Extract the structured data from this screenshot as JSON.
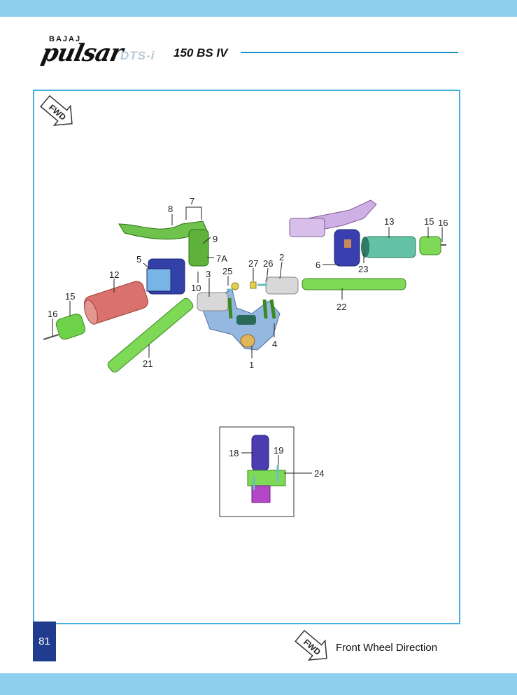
{
  "header": {
    "brand_small": "BAJAJ",
    "brand_script": "pulsar",
    "brand_sub": "DTS-i",
    "model": "150 BS IV"
  },
  "diagram": {
    "fwd_badge": "FWD",
    "callouts": [
      "1",
      "2",
      "3",
      "4",
      "5",
      "6",
      "7",
      "7A",
      "8",
      "9",
      "10",
      "12",
      "13",
      "15",
      "16",
      "21",
      "22",
      "23",
      "24",
      "25",
      "26",
      "27",
      "18",
      "19"
    ]
  },
  "footer": {
    "page_number": "81",
    "fwd_badge": "FWD",
    "legend_text": "Front Wheel Direction"
  },
  "colors": {
    "accent_bar": "#8fcfef",
    "frame_border": "#48b0dc",
    "page_tab": "#1f3c8e"
  }
}
